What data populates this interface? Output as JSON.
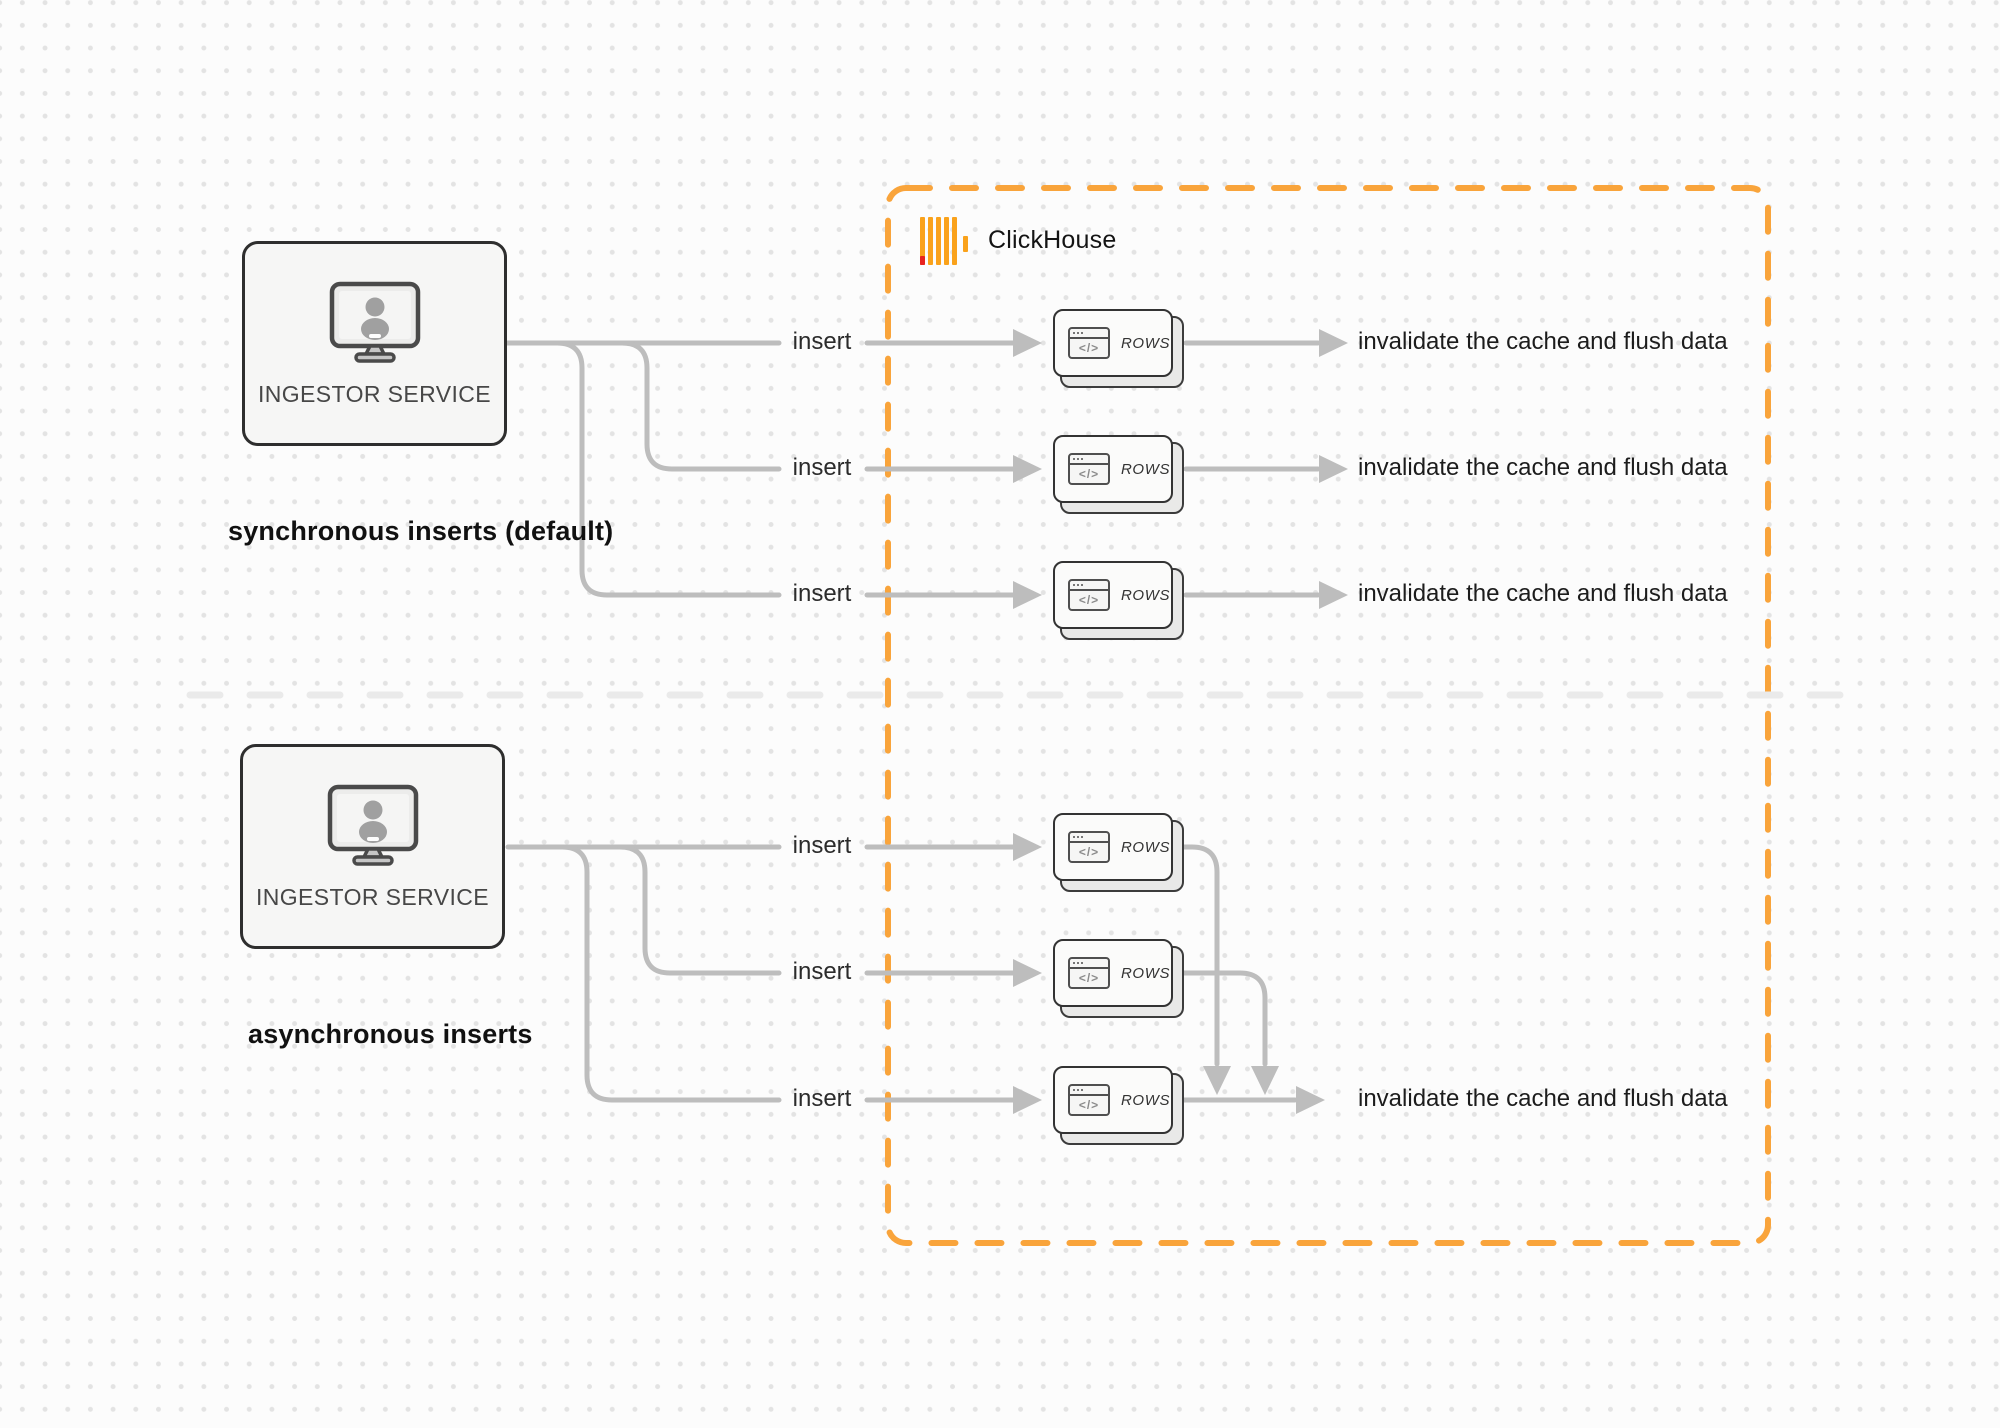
{
  "palette": {
    "accent_orange": "#f9a43b",
    "logo_yellow": "#faa21b",
    "logo_red": "#e8231f",
    "connector_gray": "#bdbdbd",
    "divider_gray": "#eaeaea",
    "text_dark": "#1c1c1c"
  },
  "clickhouse": {
    "label": "ClickHouse",
    "logo_icon": "clickhouse-bars-logo"
  },
  "sections": [
    {
      "name": "synchronous",
      "caption": "synchronous inserts (default)",
      "ingestor": {
        "label": "INGESTOR SERVICE",
        "icon": "workstation-user-icon"
      },
      "rows": [
        {
          "insert_label": "insert",
          "card_label": "ROWS",
          "result_label": "invalidate the cache and flush data"
        },
        {
          "insert_label": "insert",
          "card_label": "ROWS",
          "result_label": "invalidate the cache and flush data"
        },
        {
          "insert_label": "insert",
          "card_label": "ROWS",
          "result_label": "invalidate the cache and flush data"
        }
      ]
    },
    {
      "name": "asynchronous",
      "caption": "asynchronous inserts",
      "ingestor": {
        "label": "INGESTOR SERVICE",
        "icon": "workstation-user-icon"
      },
      "rows": [
        {
          "insert_label": "insert",
          "card_label": "ROWS"
        },
        {
          "insert_label": "insert",
          "card_label": "ROWS"
        },
        {
          "insert_label": "insert",
          "card_label": "ROWS"
        }
      ],
      "result_label": "invalidate the cache and flush data"
    }
  ]
}
